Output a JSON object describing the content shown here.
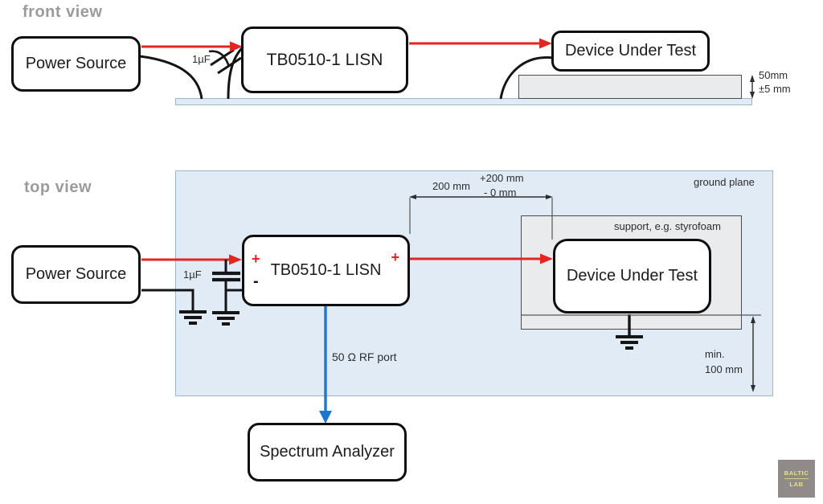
{
  "front_view": {
    "label": "front view",
    "power_source_label": "Power Source",
    "lisn_label": "TB0510-1 LISN",
    "dut_label": "Device Under Test",
    "capacitor_label": "1µF",
    "height_dim": {
      "line1": "50mm",
      "line2": "±5 mm"
    }
  },
  "top_view": {
    "label": "top view",
    "power_source_label": "Power Source",
    "lisn_label": "TB0510-1 LISN",
    "lisn_plus_left": "+",
    "lisn_plus_right": "+",
    "lisn_minus": "-",
    "dut_label": "Device Under Test",
    "capacitor_label": "1µF",
    "ground_plane_label": "ground plane",
    "support_label": "support, e.g. styrofoam",
    "spacing_dim": {
      "value": "200 mm",
      "tol_plus": "+200 mm",
      "tol_minus": "- 0 mm"
    },
    "rf_port_label": "50 Ω RF port",
    "edge_dim": {
      "line1": "min.",
      "line2": "100 mm"
    },
    "spectrum_analyzer_label": "Spectrum Analyzer"
  },
  "logo": {
    "line1": "BALTIC",
    "line2": "LAB"
  },
  "colors": {
    "wire_red": "#e52520",
    "wire_blue": "#1c77d2",
    "wire_black": "#151515",
    "ground_plane_fill": "#e0ebf6",
    "ground_plane_border": "#9cb8d0",
    "support_fill": "#e9ebec",
    "support_border": "#4c4c4c",
    "box_border": "#0e0e0e",
    "view_label_gray": "#9b9b9b",
    "logo_bg": "#908b88",
    "logo_text": "#e9e28b"
  }
}
